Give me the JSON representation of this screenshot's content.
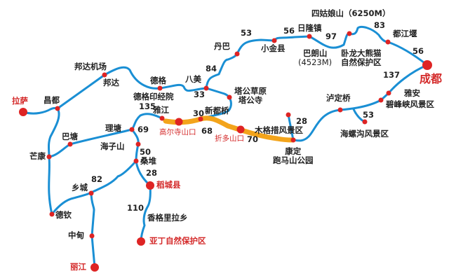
{
  "colors": {
    "route": "#1a8fd4",
    "highlight": "#f3a41b",
    "node": "#de2424",
    "major_label": "#d42a2a"
  },
  "places": {
    "lasa": "拉萨",
    "changdu": "昌都",
    "bangda_airport": "邦达机场",
    "bangda": "邦达",
    "dege": "德格",
    "dege_press": "德格印经院",
    "bamei": "八美",
    "danba": "丹巴",
    "xiaojin": "小金县",
    "rilong": "日隆镇",
    "siguniang": "四姑娘山（6250M）",
    "balang": "巴朗山",
    "balang_alt": "(4523M)",
    "wolong": "卧龙大熊猫",
    "wolong2": "自然保护区",
    "dujiangyan": "都江堰",
    "chengdu": "成都",
    "yaan": "雅安",
    "bifengxia": "碧峰峡风景区",
    "luding": "泸定桥",
    "hailuogou": "海螺沟风景区",
    "muge": "木格措风景区",
    "kangding": "康定",
    "paoma": "跑马山公园",
    "zheduo": "折多山口",
    "xinduqiao": "新都桥",
    "tagong": "塔公草原",
    "tagong2": "塔公寺",
    "gaoersi": "高尔寺山口",
    "yajiang": "雅江",
    "litang": "理塘",
    "haizi": "海子山",
    "sangdui": "桑堆",
    "daocheng": "稻城县",
    "shangrila": "香格里拉乡",
    "yading": "亚丁自然保护区",
    "xiangcheng": "乡城",
    "deqin": "德钦",
    "zhongdian": "中甸",
    "lijiang": "丽江",
    "mangkang": "芒康",
    "batang": "巴塘"
  },
  "distances": {
    "d53a": "53",
    "d56a": "56",
    "d97": "97",
    "d83": "83",
    "d56b": "56",
    "d137": "137",
    "d84": "84",
    "d33": "33",
    "d135": "135",
    "d30": "30",
    "d68": "68",
    "d70": "70",
    "d28a": "28",
    "d53b": "53",
    "d69": "69",
    "d50": "50",
    "d28b": "28",
    "d82": "82",
    "d110": "110"
  }
}
